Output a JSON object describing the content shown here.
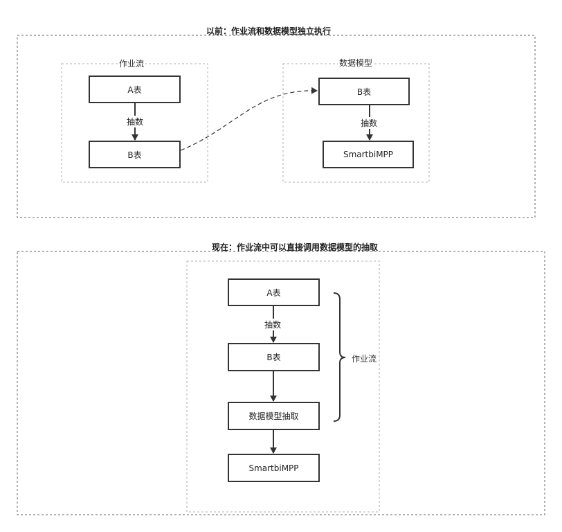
{
  "top_section": {
    "title": "以前：作业流和数据模型独立执行",
    "workflow_group": {
      "label": "作业流",
      "node_a": "A表",
      "edge_label": "抽数",
      "node_b": "B表"
    },
    "model_group": {
      "label": "数据模型",
      "node_b": "B表",
      "edge_label": "抽数",
      "node_target": "SmartbiMPP"
    }
  },
  "bottom_section": {
    "title": "现在：作业流中可以直接调用数据模型的抽取",
    "node_a": "A表",
    "edge_label": "抽数",
    "node_b": "B表",
    "node_extract": "数据模型抽取",
    "node_target": "SmartbiMPP",
    "brace_label": "作业流"
  },
  "colors": {
    "line": "#333333",
    "dashed_border": "#666666",
    "light_dashed_border": "#cccccc"
  }
}
